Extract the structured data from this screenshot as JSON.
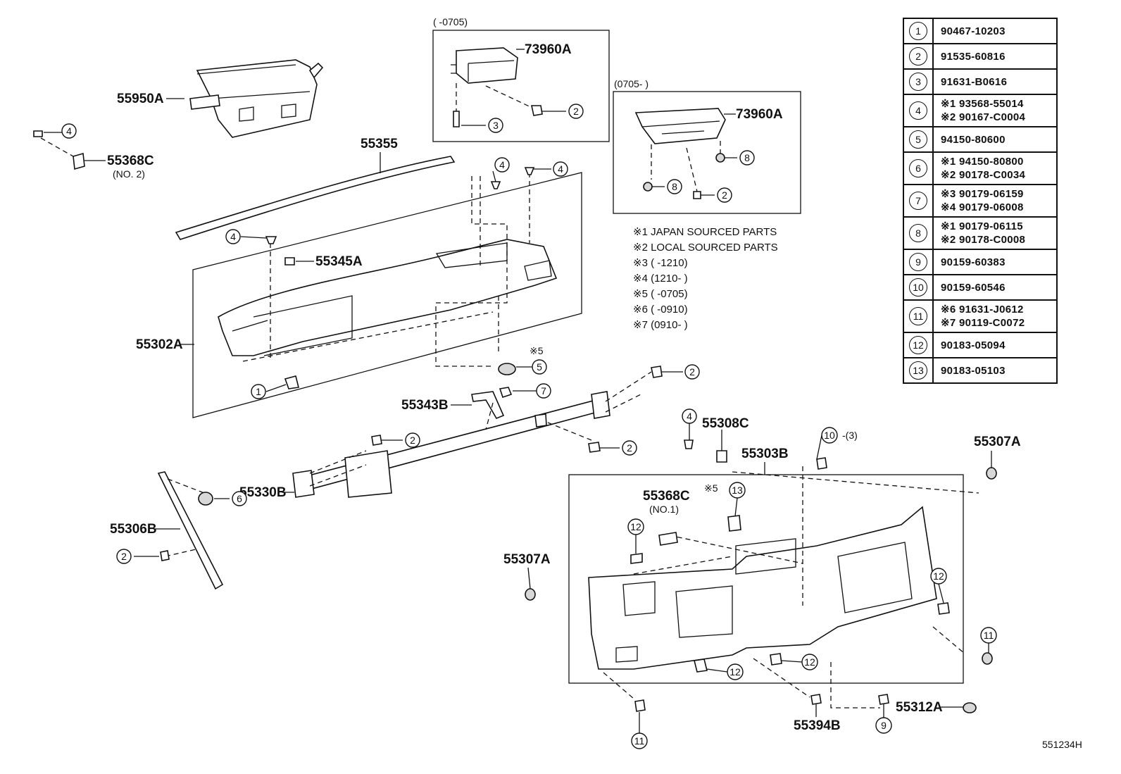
{
  "ref_code": "551234H",
  "parts_table": [
    {
      "num": "1",
      "lines": [
        "90467-10203"
      ]
    },
    {
      "num": "2",
      "lines": [
        "91535-60816"
      ]
    },
    {
      "num": "3",
      "lines": [
        "91631-B0616"
      ]
    },
    {
      "num": "4",
      "lines": [
        "※1 93568-55014",
        "※2 90167-C0004"
      ]
    },
    {
      "num": "5",
      "lines": [
        "94150-80600"
      ]
    },
    {
      "num": "6",
      "lines": [
        "※1 94150-80800",
        "※2 90178-C0034"
      ]
    },
    {
      "num": "7",
      "lines": [
        "※3 90179-06159",
        "※4 90179-06008"
      ]
    },
    {
      "num": "8",
      "lines": [
        "※1 90179-06115",
        "※2 90178-C0008"
      ]
    },
    {
      "num": "9",
      "lines": [
        "90159-60383"
      ]
    },
    {
      "num": "10",
      "lines": [
        "90159-60546"
      ]
    },
    {
      "num": "11",
      "lines": [
        "※6 91631-J0612",
        "※7 90119-C0072"
      ]
    },
    {
      "num": "12",
      "lines": [
        "90183-05094"
      ]
    },
    {
      "num": "13",
      "lines": [
        "90183-05103"
      ]
    }
  ],
  "notes": [
    "※1 JAPAN SOURCED PARTS",
    "※2 LOCAL SOURCED PARTS",
    "※3 (      -1210)",
    "※4 (1210-      )",
    "※5 (      -0705)",
    "※6 (      -0910)",
    "※7 (0910-      )"
  ],
  "inset_labels": {
    "before": "(      -0705)",
    "after": "(0705-      )"
  },
  "part_labels": {
    "p55950A": "55950A",
    "p55368C_no2": "55368C",
    "p55368C_no2_sub": "(NO. 2)",
    "p55355": "55355",
    "p55345A": "55345A",
    "p55302A": "55302A",
    "p73960A_a": "73960A",
    "p73960A_b": "73960A",
    "p55343B": "55343B",
    "p55330B": "55330B",
    "p55306B": "55306B",
    "p55308C": "55308C",
    "p55303B": "55303B",
    "p55307A_a": "55307A",
    "p55307A_b": "55307A",
    "p55368C_no1": "55368C",
    "p55368C_no1_sub": "(NO.1)",
    "p55394B": "55394B",
    "p55312A": "55312A",
    "qty_10": "-(3)",
    "note5_a": "※5",
    "note5_b": "※5"
  },
  "callouts": {
    "c1": "1",
    "c2a": "2",
    "c2b": "2",
    "c2c": "2",
    "c2d": "2",
    "c2e": "2",
    "c2f": "2",
    "c3": "3",
    "c4a": "4",
    "c4b": "4",
    "c4c": "4",
    "c4d": "4",
    "c4e": "4",
    "c5": "5",
    "c6": "6",
    "c7": "7",
    "c8a": "8",
    "c8b": "8",
    "c9": "9",
    "c10": "10",
    "c11a": "11",
    "c11b": "11",
    "c12a": "12",
    "c12b": "12",
    "c12c": "12",
    "c12d": "12",
    "c13": "13"
  }
}
